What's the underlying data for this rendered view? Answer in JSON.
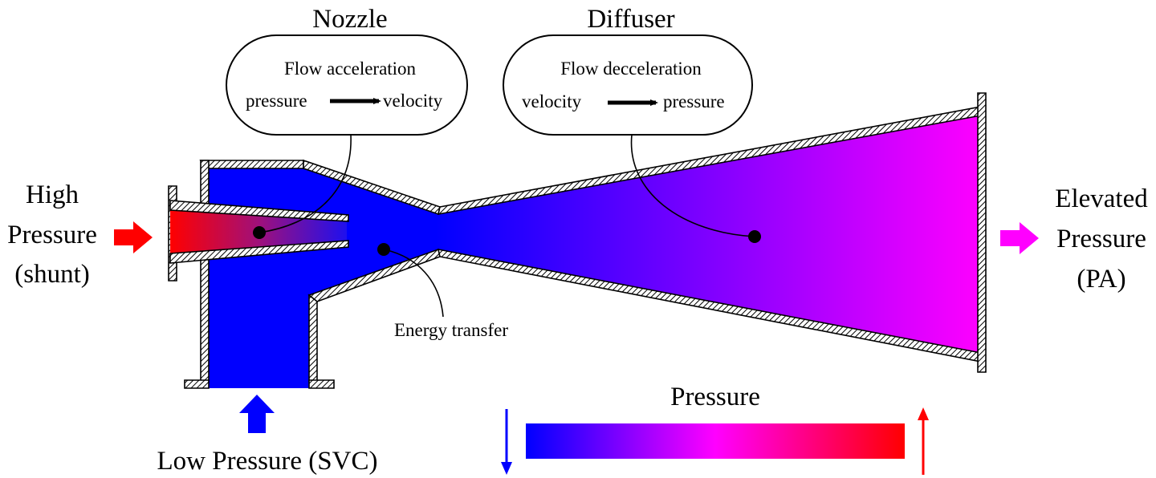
{
  "callouts": {
    "nozzle": {
      "title": "Nozzle",
      "line1": "Flow acceleration",
      "from": "pressure",
      "to": "velocity"
    },
    "diffuser": {
      "title": "Diffuser",
      "line1": "Flow decceleration",
      "from": "velocity",
      "to": "pressure"
    }
  },
  "energy_transfer_label": "Energy transfer",
  "inlet_high": {
    "line1": "High",
    "line2": "Pressure",
    "line3": "(shunt)",
    "arrow_color": "#ff0000"
  },
  "outlet": {
    "line1": "Elevated",
    "line2": "Pressure",
    "line3": "(PA)",
    "arrow_color": "#ff00ff"
  },
  "inlet_low": {
    "label": "Low Pressure (SVC)",
    "arrow_color": "#0000ff"
  },
  "pressure_scale": {
    "title": "Pressure",
    "colors": [
      "#0000ff",
      "#ff00ff",
      "#ff0000"
    ],
    "low_arrow_color": "#0000ff",
    "high_arrow_color": "#ff0000"
  }
}
